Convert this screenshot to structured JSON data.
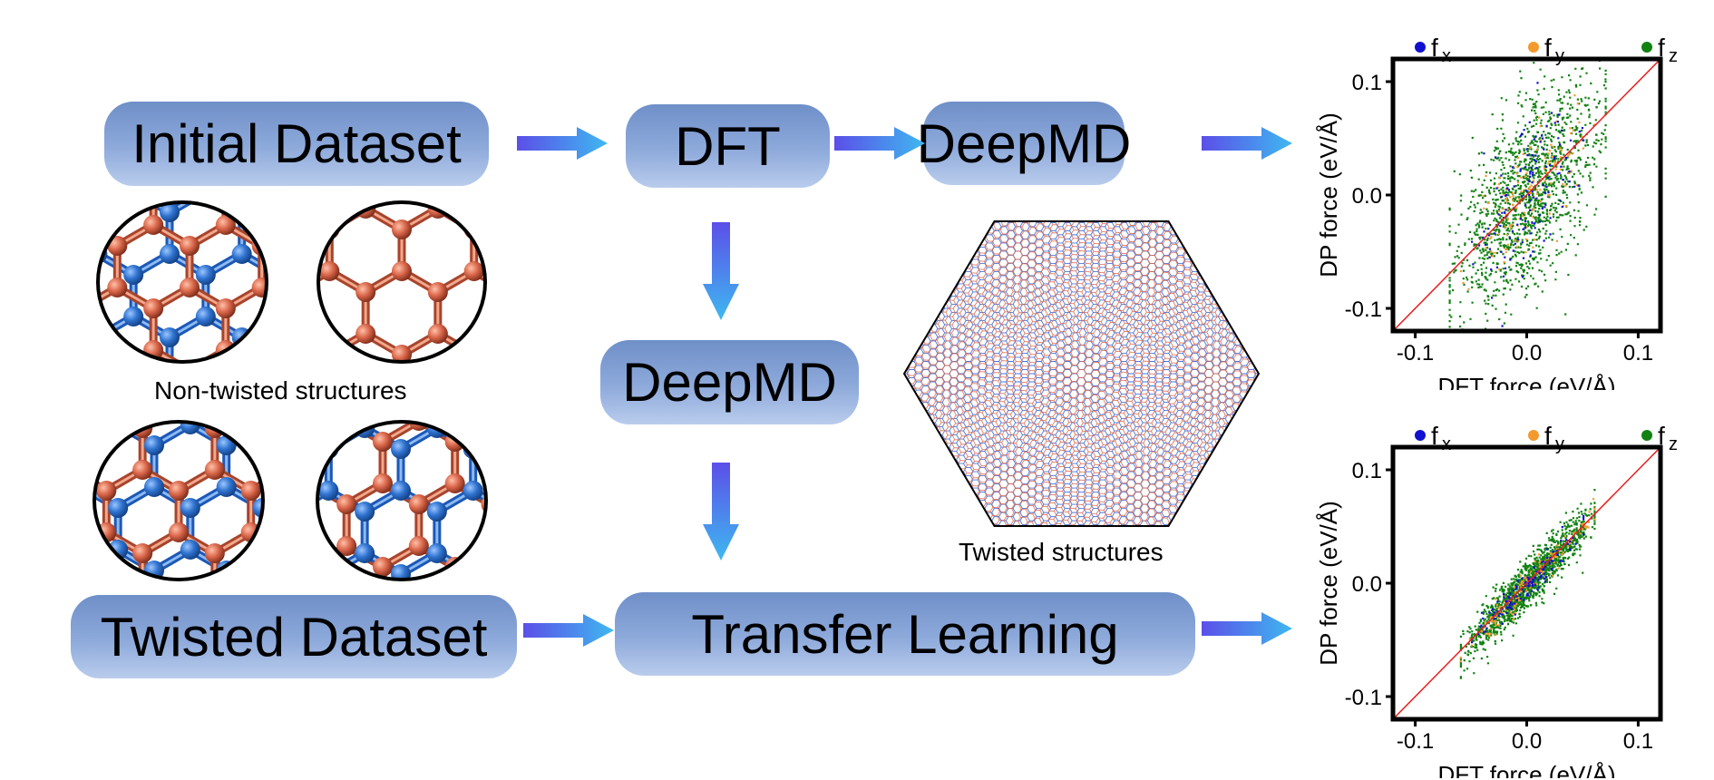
{
  "boxes": {
    "initial_dataset": "Initial Dataset",
    "dft": "DFT",
    "deepmd_top": "DeepMD",
    "deepmd_mid": "DeepMD",
    "twisted_dataset": "Twisted Dataset",
    "transfer_learning": "Transfer Learning"
  },
  "captions": {
    "non_twisted": "Non-twisted structures",
    "twisted": "Twisted structures"
  },
  "colors": {
    "box_top": "#6f8fc8",
    "box_bottom": "#b9ccec",
    "arrow_start": "#5b4fe8",
    "arrow_end": "#3fb8f0",
    "atom_blue": "#2f73d0",
    "atom_orange": "#d9664a",
    "fx": "#1010d0",
    "fy": "#f39a2e",
    "fz": "#128212",
    "diagonal": "#e82020"
  },
  "chart_data": [
    {
      "type": "scatter",
      "legend": [
        "f",
        "f",
        "f"
      ],
      "legend_sub": [
        "x",
        "y",
        "z"
      ],
      "xlabel": "DFT force (eV/Å)",
      "ylabel": "DP force (eV/Å)",
      "xticks": [
        "-0.1",
        "0.0",
        "0.1"
      ],
      "yticks": [
        "-0.1",
        "0.0",
        "0.1"
      ],
      "xlim": [
        -0.12,
        0.12
      ],
      "ylim": [
        -0.12,
        0.12
      ],
      "diagonal": true,
      "series": [
        {
          "name": "fx",
          "spread": 0.028,
          "xrange": [
            -0.05,
            0.05
          ]
        },
        {
          "name": "fy",
          "spread": 0.022,
          "xrange": [
            -0.06,
            0.06
          ]
        },
        {
          "name": "fz",
          "spread": 0.04,
          "xrange": [
            -0.07,
            0.07
          ]
        }
      ]
    },
    {
      "type": "scatter",
      "legend": [
        "f",
        "f",
        "f"
      ],
      "legend_sub": [
        "x",
        "y",
        "z"
      ],
      "xlabel": "DFT force (eV/Å)",
      "ylabel": "DP force (eV/Å)",
      "xticks": [
        "-0.1",
        "0.0",
        "0.1"
      ],
      "yticks": [
        "-0.1",
        "0.0",
        "0.1"
      ],
      "xlim": [
        -0.12,
        0.12
      ],
      "ylim": [
        -0.12,
        0.12
      ],
      "diagonal": true,
      "series": [
        {
          "name": "fx",
          "spread": 0.006,
          "xrange": [
            -0.05,
            0.05
          ]
        },
        {
          "name": "fy",
          "spread": 0.006,
          "xrange": [
            -0.06,
            0.06
          ]
        },
        {
          "name": "fz",
          "spread": 0.01,
          "xrange": [
            -0.06,
            0.06
          ]
        }
      ]
    }
  ]
}
